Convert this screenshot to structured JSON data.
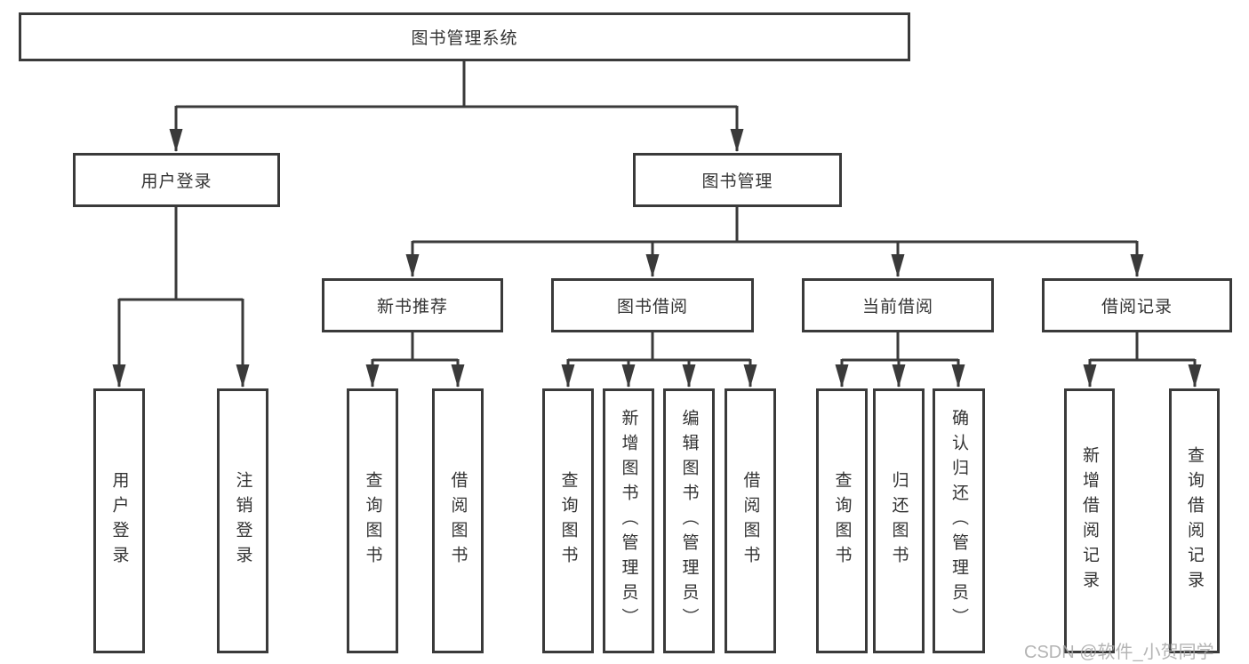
{
  "tree": {
    "root": {
      "label": "图书管理系统",
      "children": [
        {
          "label": "用户登录",
          "children": [
            {
              "label": "用户登录"
            },
            {
              "label": "注销登录"
            }
          ]
        },
        {
          "label": "图书管理",
          "children": [
            {
              "label": "新书推荐",
              "children": [
                {
                  "label": "查询图书"
                },
                {
                  "label": "借阅图书"
                }
              ]
            },
            {
              "label": "图书借阅",
              "children": [
                {
                  "label": "查询图书"
                },
                {
                  "label": "新增图书（管理员）"
                },
                {
                  "label": "编辑图书（管理员）"
                },
                {
                  "label": "借阅图书"
                }
              ]
            },
            {
              "label": "当前借阅",
              "children": [
                {
                  "label": "查询图书"
                },
                {
                  "label": "归还图书"
                },
                {
                  "label": "确认归还（管理员）"
                }
              ]
            },
            {
              "label": "借阅记录",
              "children": [
                {
                  "label": "新增借阅记录"
                },
                {
                  "label": "查询借阅记录"
                }
              ]
            }
          ]
        }
      ]
    }
  },
  "watermark": {
    "text": "CSDN @软件_小贺同学"
  },
  "colors": {
    "line": "#3a3a3a",
    "box_border": "#3a3a3a",
    "text": "#333333",
    "watermark": "#a8a8a8",
    "background": "#ffffff"
  }
}
